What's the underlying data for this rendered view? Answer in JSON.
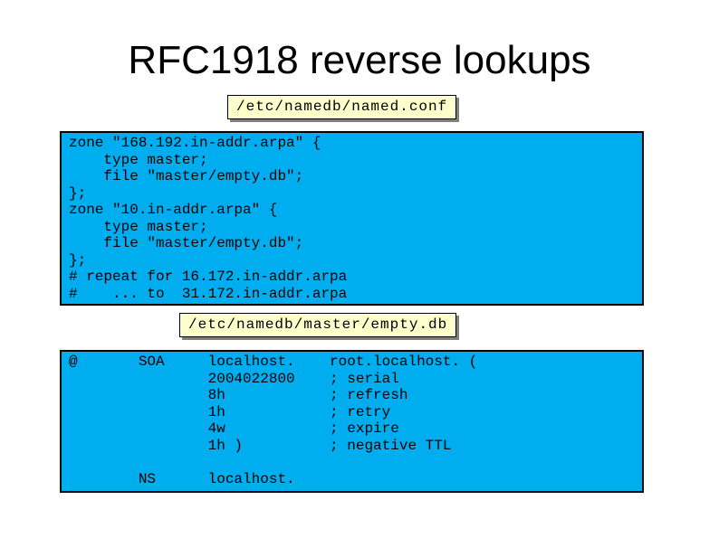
{
  "slide": {
    "title": "RFC1918 reverse lookups"
  },
  "labels": {
    "named_conf": "/etc/namedb/named.conf",
    "empty_db": "/etc/namedb/master/empty.db"
  },
  "code_blocks": {
    "named_conf": "zone \"168.192.in-addr.arpa\" {\n    type master;\n    file \"master/empty.db\";\n};\nzone \"10.in-addr.arpa\" {\n    type master;\n    file \"master/empty.db\";\n};\n# repeat for 16.172.in-addr.arpa\n#    ... to  31.172.in-addr.arpa",
    "empty_db": "@       SOA     localhost.    root.localhost. (\n                2004022800    ; serial\n                8h            ; refresh\n                1h            ; retry\n                4w            ; expire\n                1h )          ; negative TTL\n\n        NS      localhost."
  },
  "colors": {
    "code_background": "#00aeef",
    "label_background": "#ffffcc",
    "label_shadow": "#808080",
    "border": "#000000",
    "text": "#000000",
    "page_background": "#ffffff"
  }
}
